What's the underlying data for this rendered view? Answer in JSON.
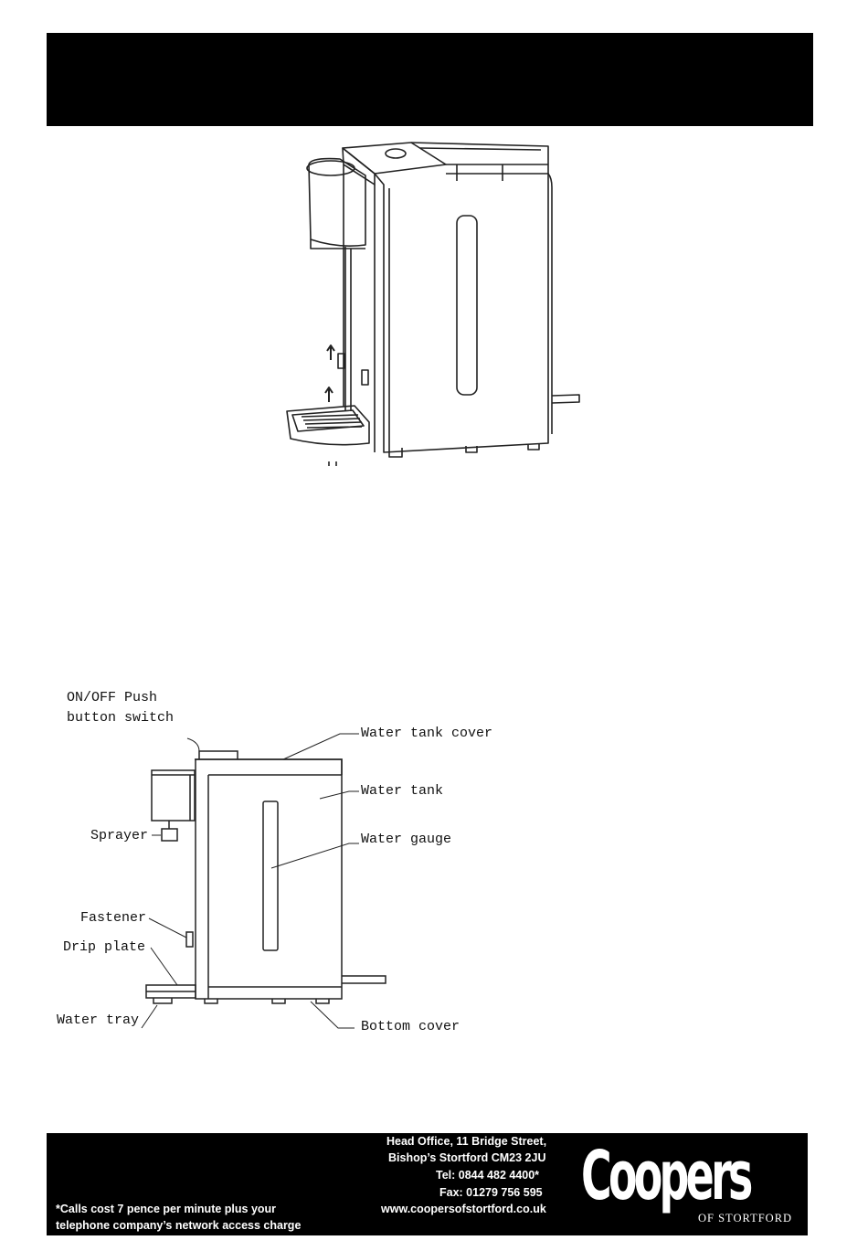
{
  "labels": {
    "switch_line1": "ON/OFF Push",
    "switch_line2": "button switch",
    "tank_cover": "Water tank cover",
    "tank": "Water tank",
    "gauge": "Water gauge",
    "sprayer": "Sprayer",
    "fastener": "Fastener",
    "drip_plate": "Drip plate",
    "water_tray": "Water tray",
    "bottom_cover": "Bottom cover"
  },
  "footer": {
    "address_line1": "Head Office, 11 Bridge Street,",
    "address_line2": "Bishop’s Stortford  CM23 2JU",
    "tel": "Tel: 0844 482 4400*",
    "fax": "Fax: 01279 756 595",
    "web": "www.coopersofstortford.co.uk",
    "calls_line1": "*Calls cost 7 pence per minute plus your",
    "calls_line2": "telephone company’s  network access charge",
    "logo_main": "Coopers",
    "logo_sub": "OF STORTFORD"
  }
}
